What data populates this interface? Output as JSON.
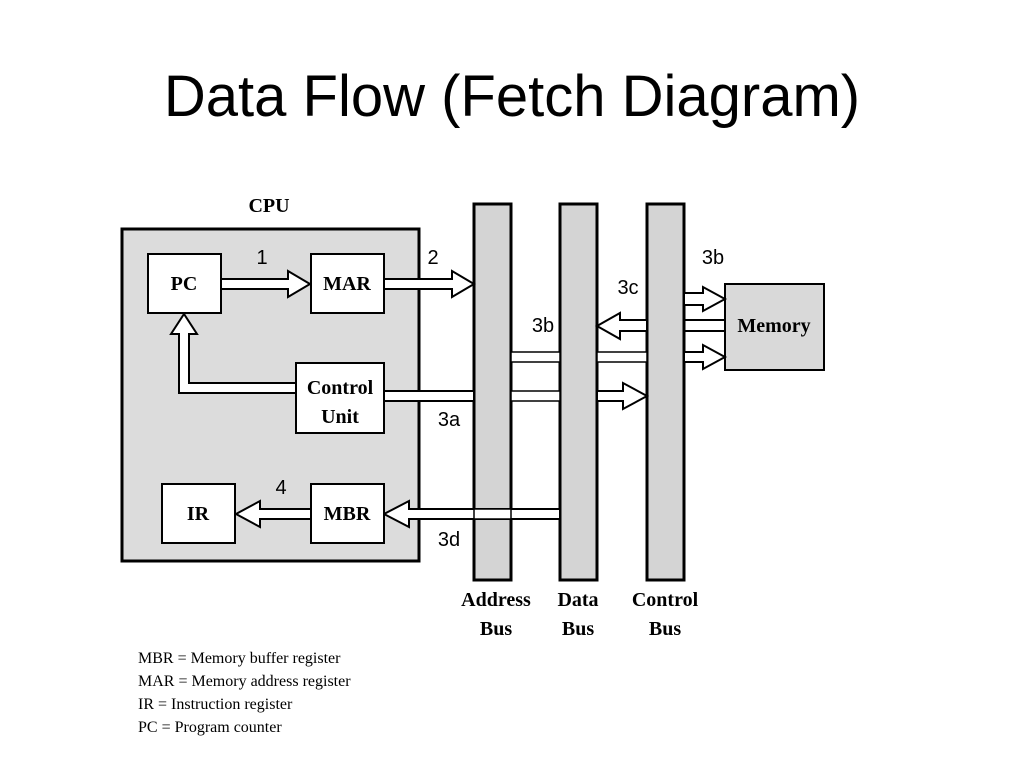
{
  "title": "Data Flow (Fetch Diagram)",
  "cpu_label": "CPU",
  "registers": {
    "pc": "PC",
    "mar": "MAR",
    "control_unit_line1": "Control",
    "control_unit_line2": "Unit",
    "ir": "IR",
    "mbr": "MBR"
  },
  "memory_label": "Memory",
  "buses": {
    "address": [
      "Address",
      "Bus"
    ],
    "data": [
      "Data",
      "Bus"
    ],
    "control": [
      "Control",
      "Bus"
    ]
  },
  "step_labels": {
    "s1": "1",
    "s2": "2",
    "s3a": "3a",
    "s3b_top": "3b",
    "s3b_mid": "3b",
    "s3c": "3c",
    "s3d": "3d",
    "s4": "4"
  },
  "legend": [
    "MBR = Memory buffer register",
    "MAR = Memory address register",
    "IR = Instruction register",
    "PC = Program counter"
  ],
  "colors": {
    "cpu_fill": "#dcdcdc",
    "bus_fill": "#d4d4d4",
    "memory_fill": "#d9d9d9",
    "box_fill": "#ffffff",
    "stroke": "#000000"
  }
}
